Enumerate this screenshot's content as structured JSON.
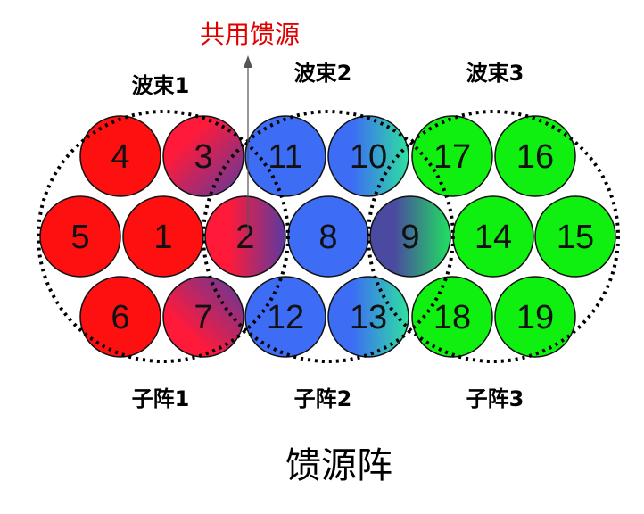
{
  "shared_feed_label": "共用馈源",
  "beams": [
    "波束1",
    "波束2",
    "波束3"
  ],
  "subarrays": [
    "子阵1",
    "子阵2",
    "子阵3"
  ],
  "title": "馈源阵",
  "colors": {
    "red": "#ff1010",
    "blue": "#3d6cf5",
    "green": "#10f010",
    "shared_label": "#e00000"
  },
  "feeds": [
    {
      "id": "4",
      "fill": [
        "#ff1010"
      ]
    },
    {
      "id": "3",
      "fill": [
        "#ff1a3a",
        "#5a3aa0"
      ],
      "dir": "diag"
    },
    {
      "id": "11",
      "fill": [
        "#3d6cf5"
      ]
    },
    {
      "id": "10",
      "fill": [
        "#3d6cf5",
        "#2ee0a0"
      ]
    },
    {
      "id": "17",
      "fill": [
        "#10f010"
      ]
    },
    {
      "id": "16",
      "fill": [
        "#10f010"
      ]
    },
    {
      "id": "5",
      "fill": [
        "#ff1010"
      ]
    },
    {
      "id": "1",
      "fill": [
        "#ff1010"
      ]
    },
    {
      "id": "2",
      "fill": [
        "#ff1a3a",
        "#5a3aa0"
      ]
    },
    {
      "id": "8",
      "fill": [
        "#3d6cf5"
      ]
    },
    {
      "id": "9",
      "fill": [
        "#4a4aa0",
        "#20e060"
      ]
    },
    {
      "id": "14",
      "fill": [
        "#10f010"
      ]
    },
    {
      "id": "15",
      "fill": [
        "#10f010"
      ]
    },
    {
      "id": "6",
      "fill": [
        "#ff1010"
      ]
    },
    {
      "id": "7",
      "fill": [
        "#ff1a3a",
        "#5a3aa0"
      ],
      "dir": "diagup"
    },
    {
      "id": "12",
      "fill": [
        "#3d6cf5"
      ]
    },
    {
      "id": "13",
      "fill": [
        "#3d6cf5",
        "#2ee0a0"
      ]
    },
    {
      "id": "18",
      "fill": [
        "#10f010"
      ]
    },
    {
      "id": "19",
      "fill": [
        "#10f010"
      ]
    }
  ]
}
